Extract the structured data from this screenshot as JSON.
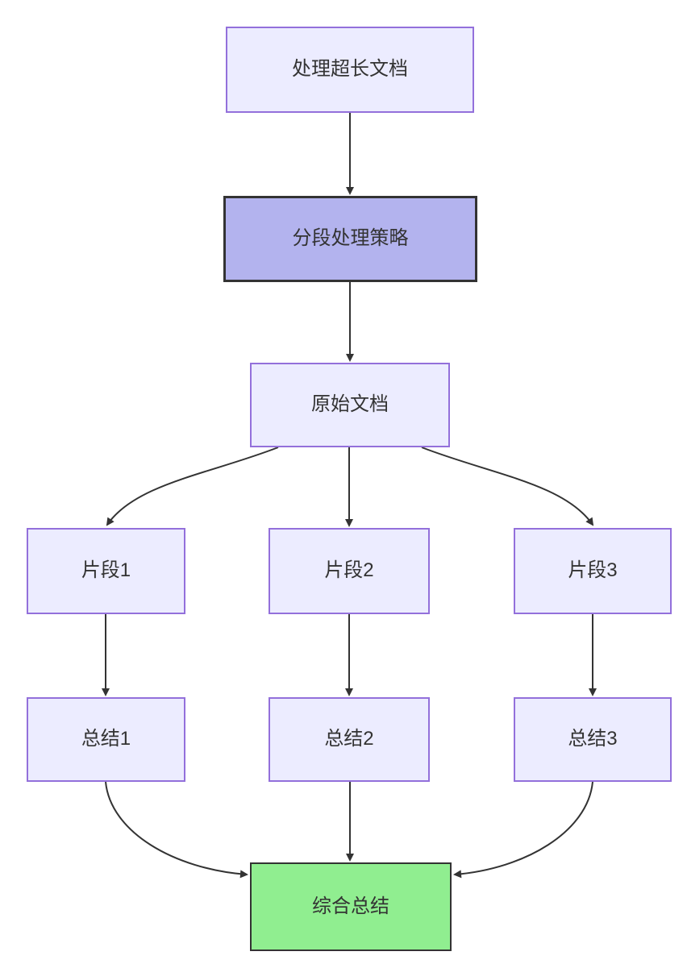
{
  "diagram": {
    "nodes": {
      "process_long_doc": {
        "label": "处理超长文档"
      },
      "strategy": {
        "label": "分段处理策略"
      },
      "original_doc": {
        "label": "原始文档"
      },
      "fragment_1": {
        "label": "片段1"
      },
      "fragment_2": {
        "label": "片段2"
      },
      "fragment_3": {
        "label": "片段3"
      },
      "summary_1": {
        "label": "总结1"
      },
      "summary_2": {
        "label": "总结2"
      },
      "summary_3": {
        "label": "总结3"
      },
      "final_summary": {
        "label": "综合总结"
      }
    },
    "edges": [
      {
        "from": "process_long_doc",
        "to": "strategy"
      },
      {
        "from": "strategy",
        "to": "original_doc"
      },
      {
        "from": "original_doc",
        "to": "fragment_1"
      },
      {
        "from": "original_doc",
        "to": "fragment_2"
      },
      {
        "from": "original_doc",
        "to": "fragment_3"
      },
      {
        "from": "fragment_1",
        "to": "summary_1"
      },
      {
        "from": "fragment_2",
        "to": "summary_2"
      },
      {
        "from": "fragment_3",
        "to": "summary_3"
      },
      {
        "from": "summary_1",
        "to": "final_summary"
      },
      {
        "from": "summary_2",
        "to": "final_summary"
      },
      {
        "from": "summary_3",
        "to": "final_summary"
      }
    ],
    "colors": {
      "node_fill": "#ECECFF",
      "node_border": "#9370DB",
      "strategy_fill": "#B3B3EE",
      "strategy_border": "#333333",
      "final_fill": "#90EE90",
      "final_border": "#333333",
      "edge": "#333333",
      "text": "#333333"
    }
  }
}
